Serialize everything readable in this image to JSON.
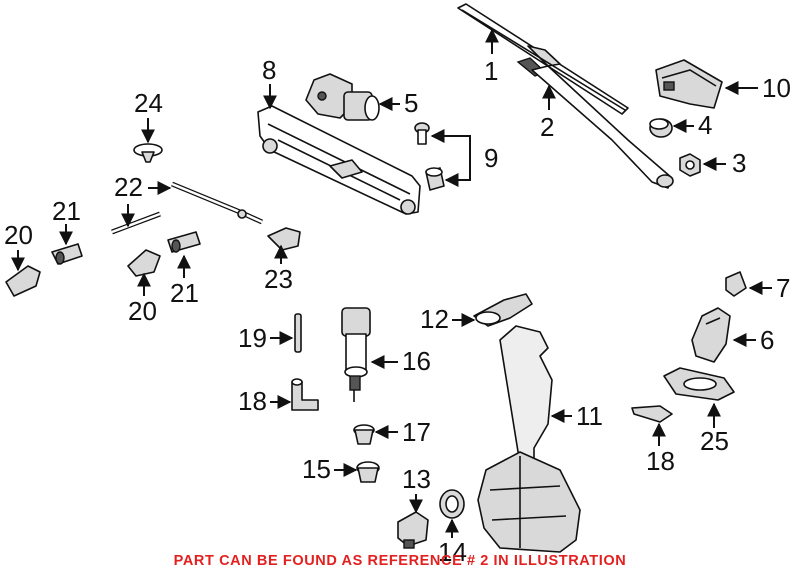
{
  "diagram": {
    "callouts": [
      "1",
      "2",
      "3",
      "4",
      "5",
      "6",
      "7",
      "8",
      "9",
      "10",
      "11",
      "12",
      "13",
      "14",
      "15",
      "16",
      "17",
      "18",
      "18",
      "19",
      "20",
      "20",
      "21",
      "21",
      "22",
      "23",
      "24",
      "25"
    ]
  },
  "notice": {
    "text": "PART CAN BE FOUND AS REFERENCE # 2 IN ILLUSTRATION",
    "color": "#e32020"
  }
}
